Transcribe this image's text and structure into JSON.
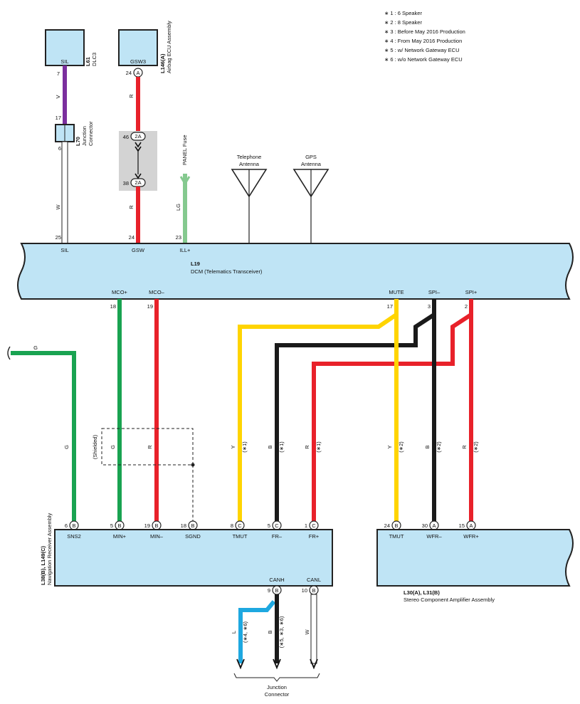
{
  "notes": [
    "∗ 1 : 6 Speaker",
    "∗ 2 : 8 Speaker",
    "∗ 3 : Before May 2016 Production",
    "∗ 4 : From May 2016 Production",
    "∗ 5 : w/ Network Gateway ECU",
    "∗ 6 : w/o Network Gateway ECU"
  ],
  "components": {
    "dlc3": {
      "code": "L61",
      "name": "DLC3",
      "terminal_name": "SIL",
      "pin": "7"
    },
    "airbag": {
      "code": "L146(A)",
      "name": "Airbag ECU Assembly",
      "terminal_name": "GSW3",
      "pin": "24",
      "connector": "A"
    },
    "junction_l70": {
      "code": "L70",
      "name_line1": "Junction",
      "name_line2": "Connector",
      "pin_top": "17",
      "pin_bottom": "6"
    },
    "splice": {
      "top_pin": "46",
      "bottom_pin": "38",
      "label": "2A"
    },
    "panel_fuse": "PANEL Fuse",
    "telephone_antenna": {
      "line1": "Telephone",
      "line2": "Antenna"
    },
    "gps_antenna": {
      "line1": "GPS",
      "line2": "Antenna"
    },
    "dcm": {
      "code": "L19",
      "name": "DCM (Telematics Transceiver)",
      "top_terminals": [
        {
          "pin": "25",
          "name": "SIL"
        },
        {
          "pin": "24",
          "name": "GSW"
        },
        {
          "pin": "23",
          "name": "ILL+"
        }
      ],
      "bottom_terminals": [
        {
          "pin": "18",
          "name": "MCO+"
        },
        {
          "pin": "19",
          "name": "MCO–"
        },
        {
          "pin": "17",
          "name": "MUTE"
        },
        {
          "pin": "3",
          "name": "SPI–"
        },
        {
          "pin": "2",
          "name": "SPI+"
        }
      ]
    },
    "nav": {
      "code": "L38(B), L149(C)",
      "name": "Navigation Receiver Assembly",
      "top_terminals": [
        {
          "pin": "6",
          "conn": "B",
          "name": "SNS2"
        },
        {
          "pin": "5",
          "conn": "B",
          "name": "MIN+"
        },
        {
          "pin": "19",
          "conn": "B",
          "name": "MIN–"
        },
        {
          "pin": "18",
          "conn": "B",
          "name": "SGND"
        },
        {
          "pin": "8",
          "conn": "C",
          "name": "TMUT"
        },
        {
          "pin": "5",
          "conn": "C",
          "name": "FR–"
        },
        {
          "pin": "1",
          "conn": "C",
          "name": "FR+"
        }
      ],
      "bottom_terminals": [
        {
          "pin": "9",
          "conn": "B",
          "name": "CANH"
        },
        {
          "pin": "10",
          "conn": "B",
          "name": "CANL"
        }
      ]
    },
    "amp": {
      "code": "L30(A), L31(B)",
      "name": "Stereo Component Amplifier Assembly",
      "top_terminals": [
        {
          "pin": "24",
          "conn": "B",
          "name": "TMUT"
        },
        {
          "pin": "30",
          "conn": "A",
          "name": "WFR–"
        },
        {
          "pin": "15",
          "conn": "A",
          "name": "WFR+"
        }
      ]
    },
    "junction_bottom": {
      "line1": "Junction",
      "line2": "Connector"
    }
  },
  "wire_labels": {
    "dlc_v": "V",
    "l70_w": "W",
    "airbag_r_top": "R",
    "airbag_r_bottom": "R",
    "ill_lg": "LG",
    "sns2_g_top": "G",
    "sns2_g": "G",
    "min_plus": "G",
    "min_minus": "R",
    "shielded": "(Shielded)",
    "tmut_c": "Y",
    "tmut_c_note": "(∗1)",
    "fr_minus": "B",
    "fr_minus_note": "(∗1)",
    "fr_plus": "R",
    "fr_plus_note": "(∗1)",
    "tmut_amp": "Y",
    "tmut_amp_note": "(∗2)",
    "wfr_minus": "B",
    "wfr_minus_note": "(∗2)",
    "wfr_plus": "R",
    "wfr_plus_note": "(∗2)",
    "canh_l": "L",
    "canh_l_note": "(∗4, ∗6)",
    "canh_b": "B",
    "canh_b_note": "(∗5, ∗3, ∗6)",
    "canl_w": "W"
  },
  "wire_colors": {
    "violet": "#7b2f9e",
    "red": "#e8212a",
    "green": "#19a351",
    "light_green": "#85c98f",
    "yellow": "#ffd400",
    "black": "#1a1a1a",
    "blue": "#1ea8e0",
    "white": "#ffffff",
    "component_fill": "#bfe4f5",
    "splice_fill": "#d3d3d3"
  }
}
